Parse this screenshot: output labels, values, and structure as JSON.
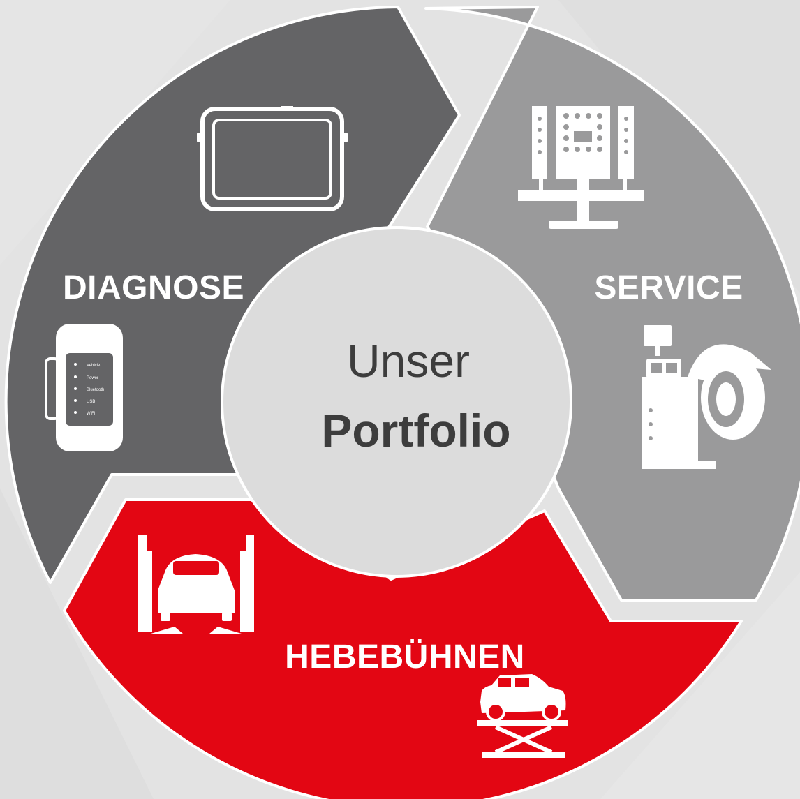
{
  "diagram": {
    "center": {
      "line1": "Unser",
      "line2": "Portfolio"
    },
    "segments": [
      {
        "label": "DIAGNOSE",
        "color": "#646466",
        "icons": [
          "tablet-icon",
          "vci-device-icon"
        ]
      },
      {
        "label": "SERVICE",
        "color": "#9a9a9b",
        "icons": [
          "adas-calibration-icon",
          "wheel-balancer-icon"
        ]
      },
      {
        "label": "HEBEBÜHNEN",
        "color": "#e30613",
        "icons": [
          "two-post-lift-icon",
          "scissor-lift-icon"
        ]
      }
    ],
    "device_labels": [
      "Vehicle",
      "Power",
      "Bluetooth",
      "USB",
      "WiFi"
    ],
    "colors": {
      "background": "#e3e3e3",
      "center_fill": "#dcdcdc",
      "outline": "#ffffff"
    }
  }
}
